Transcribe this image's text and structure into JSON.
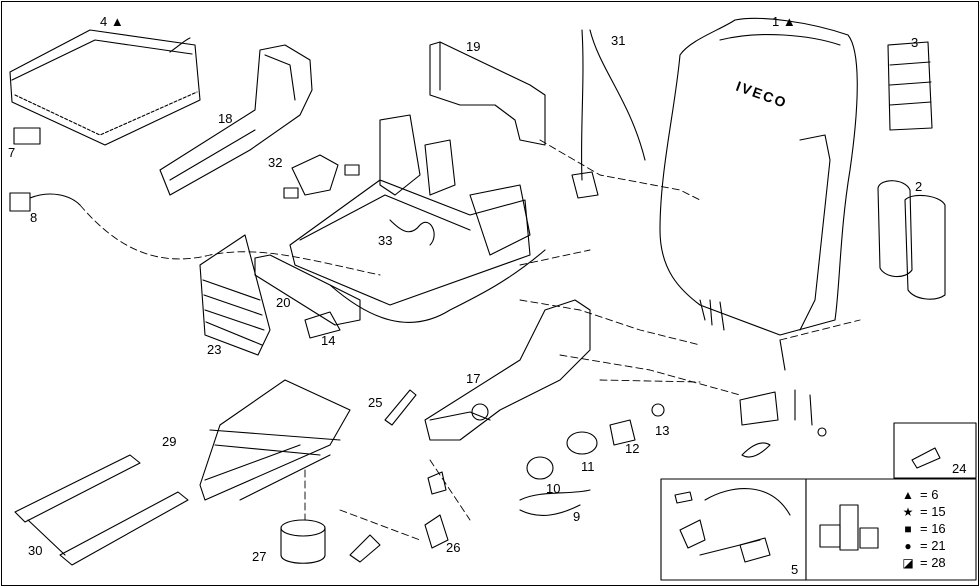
{
  "callouts": {
    "c1": "1",
    "c2": "2",
    "c3": "3",
    "c4": "4",
    "c5": "5",
    "c7": "7",
    "c8": "8",
    "c9": "9",
    "c10": "10",
    "c11": "11",
    "c12": "12",
    "c13": "13",
    "c14": "14",
    "c17": "17",
    "c18": "18",
    "c19": "19",
    "c20": "20",
    "c23": "23",
    "c24": "24",
    "c25": "25",
    "c26": "26",
    "c27": "27",
    "c29": "29",
    "c30": "30",
    "c31": "31",
    "c32": "32",
    "c33": "33"
  },
  "brand_text": "IVECO",
  "legend": [
    {
      "symbol": "▲",
      "symbol_name": "triangle-icon",
      "text": "= 6"
    },
    {
      "symbol": "★",
      "symbol_name": "star-icon",
      "text": "= 15"
    },
    {
      "symbol": "■",
      "symbol_name": "square-icon",
      "text": "= 16"
    },
    {
      "symbol": "●",
      "symbol_name": "circle-icon",
      "text": "= 21"
    },
    {
      "symbol": "◪",
      "symbol_name": "half-square-icon",
      "text": "= 28"
    }
  ],
  "colors": {
    "ink": "#000000",
    "paper": "#ffffff"
  }
}
